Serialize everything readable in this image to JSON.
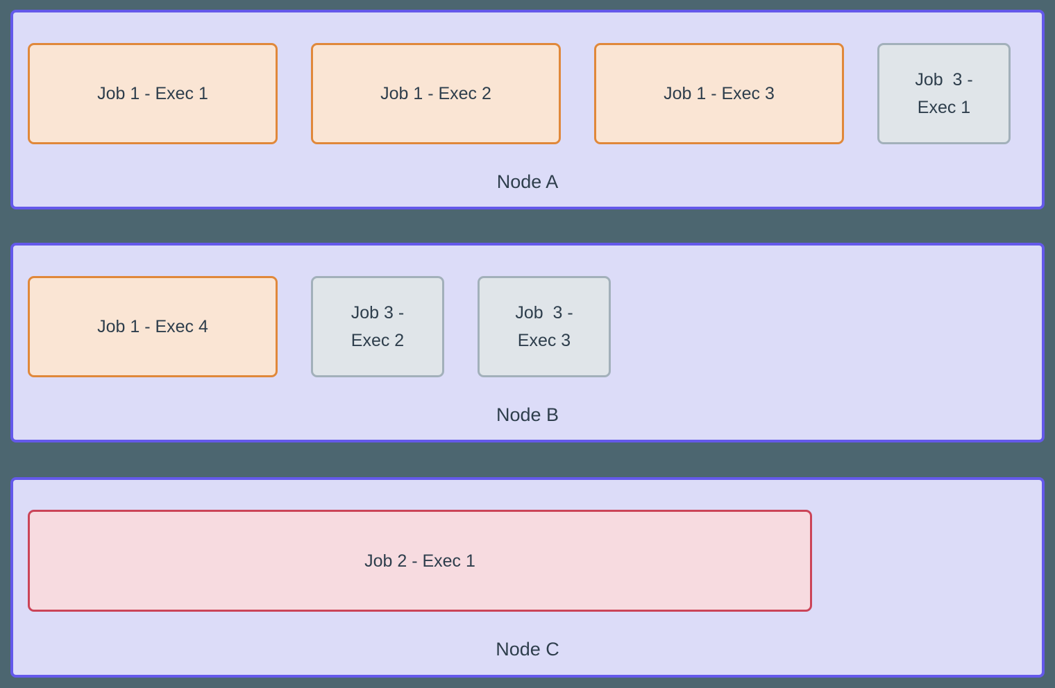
{
  "diagram": {
    "kind": "cluster-executor-placement",
    "background_color": "#4c6670"
  },
  "colors": {
    "node_fill": "#dcdcf8",
    "node_border": "#6459ea",
    "job1_fill": "#fae5d4",
    "job1_border": "#e0883a",
    "job2_fill": "#f7dbe0",
    "job2_border": "#cb4458",
    "job3_fill": "#e0e5e9",
    "job3_border": "#a2b0ba",
    "text": "#2e3e4c"
  },
  "nodes": [
    {
      "label": "Node A",
      "executors": [
        {
          "label": "Job 1 - Exec 1",
          "job": 1
        },
        {
          "label": "Job 1 - Exec 2",
          "job": 1
        },
        {
          "label": "Job 1 - Exec 3",
          "job": 1
        },
        {
          "label": "Job  3 -\nExec 1",
          "job": 3
        }
      ]
    },
    {
      "label": "Node B",
      "executors": [
        {
          "label": "Job 1 - Exec 4",
          "job": 1
        },
        {
          "label": "Job 3 -\nExec 2",
          "job": 3
        },
        {
          "label": "Job  3 -\nExec 3",
          "job": 3
        }
      ]
    },
    {
      "label": "Node C",
      "executors": [
        {
          "label": "Job 2 - Exec 1",
          "job": 2
        }
      ]
    }
  ]
}
